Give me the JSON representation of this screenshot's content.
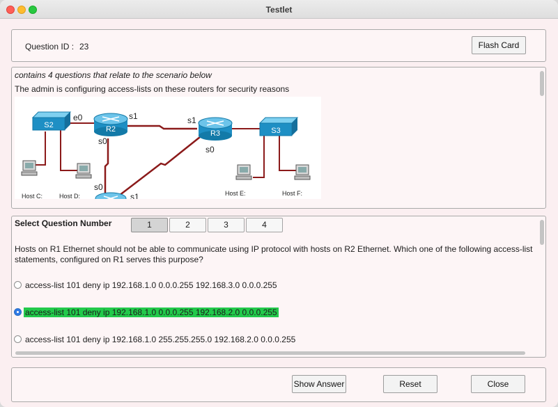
{
  "window": {
    "title": "Testlet"
  },
  "header": {
    "question_id_label": "Question ID :",
    "question_id_value": "23",
    "flash_card_label": "Flash Card"
  },
  "scenario": {
    "intro": "contains 4 questions that relate to the scenario below",
    "text": "The admin is configuring access-lists on these routers for security reasons",
    "diagram_labels": {
      "s2": "S2",
      "r2": "R2",
      "r3": "R3",
      "s3": "S3",
      "e0": "e0",
      "s1_r2": "s1",
      "s0_r2": "s0",
      "s1_r3": "s1",
      "s0_r3": "s0",
      "s0_bottom": "s0",
      "s1_bottom": "s1",
      "host_c": "Host C:",
      "host_d": "Host D:",
      "host_e": "Host E:",
      "host_f": "Host F:"
    }
  },
  "question": {
    "select_label": "Select Question Number",
    "numbers": [
      "1",
      "2",
      "3",
      "4"
    ],
    "active_number": "1",
    "text": "Hosts on R1 Ethernet should not be able to communicate using IP protocol with hosts on R2 Ethernet. Which one of the following access-list statements, configured on R1 serves this purpose?",
    "options": [
      {
        "label": "access-list 101 deny ip 192.168.1.0 0.0.0.255 192.168.3.0 0.0.0.255",
        "selected": false
      },
      {
        "label": "access-list 101 deny ip 192.168.1.0 0.0.0.255 192.168.2.0 0.0.0.255",
        "selected": true
      },
      {
        "label": "access-list 101 deny ip 192.168.1.0 255.255.255.0 192.168.2.0 0.0.0.255",
        "selected": false
      }
    ]
  },
  "footer": {
    "show_answer_label": "Show Answer",
    "reset_label": "Reset",
    "close_label": "Close"
  },
  "colors": {
    "selected_highlight": "#22c94b",
    "link_red": "#8b1a1a",
    "device_blue": "#1e8fc4"
  }
}
